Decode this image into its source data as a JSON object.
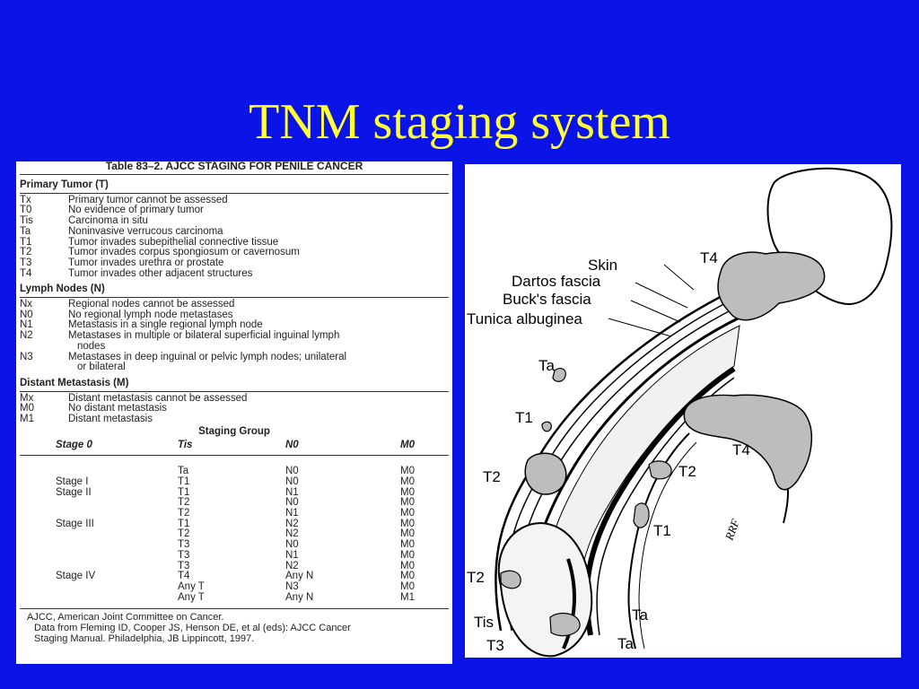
{
  "slide": {
    "title": "TNM staging system"
  },
  "table": {
    "title": "Table 83–2. AJCC STAGING FOR PENILE CANCER",
    "primary_tumor": {
      "heading": "Primary Tumor (T)",
      "rows": [
        {
          "code": "Tx",
          "desc": "Primary tumor cannot be assessed"
        },
        {
          "code": "T0",
          "desc": "No evidence of primary tumor"
        },
        {
          "code": "Tis",
          "desc": "Carcinoma in situ"
        },
        {
          "code": "Ta",
          "desc": "Noninvasive verrucous carcinoma"
        },
        {
          "code": "T1",
          "desc": "Tumor invades subepithelial connective tissue"
        },
        {
          "code": "T2",
          "desc": "Tumor invades corpus spongiosum or cavernosum"
        },
        {
          "code": "T3",
          "desc": "Tumor invades urethra or prostate"
        },
        {
          "code": "T4",
          "desc": "Tumor invades other adjacent structures"
        }
      ]
    },
    "lymph_nodes": {
      "heading": "Lymph Nodes (N)",
      "rows": [
        {
          "code": "Nx",
          "desc": "Regional nodes cannot be assessed"
        },
        {
          "code": "N0",
          "desc": "No regional lymph node metastases"
        },
        {
          "code": "N1",
          "desc": "Metastasis in a single regional lymph node"
        },
        {
          "code": "N2",
          "desc": "Metastases in multiple or bilateral superficial inguinal lymph",
          "cont": "nodes"
        },
        {
          "code": "N3",
          "desc": "Metastases in deep inguinal or pelvic lymph nodes; unilateral",
          "cont": "or bilateral"
        }
      ]
    },
    "distant_metastasis": {
      "heading": "Distant Metastasis (M)",
      "rows": [
        {
          "code": "Mx",
          "desc": "Distant metastasis cannot be assessed"
        },
        {
          "code": "M0",
          "desc": "No distant metastasis"
        },
        {
          "code": "M1",
          "desc": "Distant metastasis"
        }
      ]
    },
    "staging_group": {
      "heading": "Staging Group",
      "columns": [
        "Stage 0",
        "Tis",
        "N0",
        "M0"
      ],
      "rows": [
        [
          "",
          "Ta",
          "N0",
          "M0"
        ],
        [
          "Stage I",
          "T1",
          "N0",
          "M0"
        ],
        [
          "Stage II",
          "T1",
          "N1",
          "M0"
        ],
        [
          "",
          "T2",
          "N0",
          "M0"
        ],
        [
          "",
          "T2",
          "N1",
          "M0"
        ],
        [
          "Stage III",
          "T1",
          "N2",
          "M0"
        ],
        [
          "",
          "T2",
          "N2",
          "M0"
        ],
        [
          "",
          "T3",
          "N0",
          "M0"
        ],
        [
          "",
          "T3",
          "N1",
          "M0"
        ],
        [
          "",
          "T3",
          "N2",
          "M0"
        ],
        [
          "Stage IV",
          "T4",
          "Any N",
          "M0"
        ],
        [
          "",
          "Any T",
          "N3",
          "M0"
        ],
        [
          "",
          "Any T",
          "Any N",
          "M1"
        ]
      ]
    },
    "footnotes": {
      "line1": "AJCC, American Joint Committee on Cancer.",
      "line2": "Data from Fleming ID, Cooper JS, Henson DE, et al (eds): AJCC Cancer",
      "line3": "Staging Manual. Philadelphia, JB Lippincott, 1997."
    }
  },
  "diagram": {
    "labels": {
      "skin": "Skin",
      "dartos": "Dartos fascia",
      "bucks": "Buck's fascia",
      "tunica": "Tunica albuginea",
      "t4_top": "T4",
      "ta_upper": "Ta",
      "t1_upper": "T1",
      "t4_mid": "T4",
      "t2_right": "T2",
      "t2_left": "T2",
      "t1_lower": "T1",
      "t2_bottom": "T2",
      "tis": "Tis",
      "ta_lower1": "Ta",
      "t3": "T3",
      "ta_lower2": "Ta",
      "signature": "RRF"
    }
  }
}
